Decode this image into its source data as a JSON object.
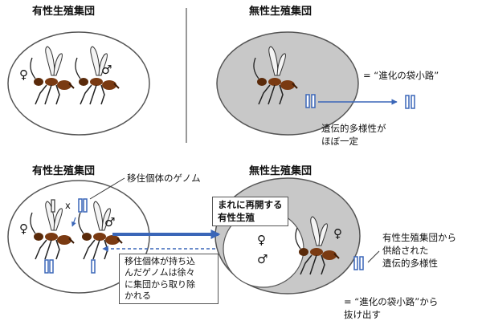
{
  "top": {
    "sexual_title": "有性生殖集団",
    "asexual_title": "無性生殖集団",
    "dead_end_label": "= “進化の袋小路”",
    "diversity_note_line1": "遺伝的多様性が",
    "diversity_note_line2": "ほぼ一定"
  },
  "bottom": {
    "sexual_title": "有性生殖集団",
    "asexual_title": "無性生殖集団",
    "migrant_genome_label": "移住個体のゲノム",
    "cross_symbol": "x",
    "rare_sex_line1": "まれに再開する",
    "rare_sex_line2": "有性生殖",
    "purge_line1": "移住個体が持ち込",
    "purge_line2": "んだゲノムは徐々",
    "purge_line3": "に集団から取り除",
    "purge_line4": "かれる",
    "supplied_line1": "有性生殖集団から",
    "supplied_line2": "供給された",
    "supplied_line3": "遺伝的多様性",
    "escape_line1": "= “進化の袋小路”から",
    "escape_line2": "抜け出す"
  },
  "symbols": {
    "female": "♀",
    "male": "♂"
  },
  "colors": {
    "arrow_blue": "#3a66b8",
    "chromosome_blue": "#3a66b8",
    "asexual_fill": "#c8c8c8",
    "wasp_body": "#7a3a12"
  }
}
